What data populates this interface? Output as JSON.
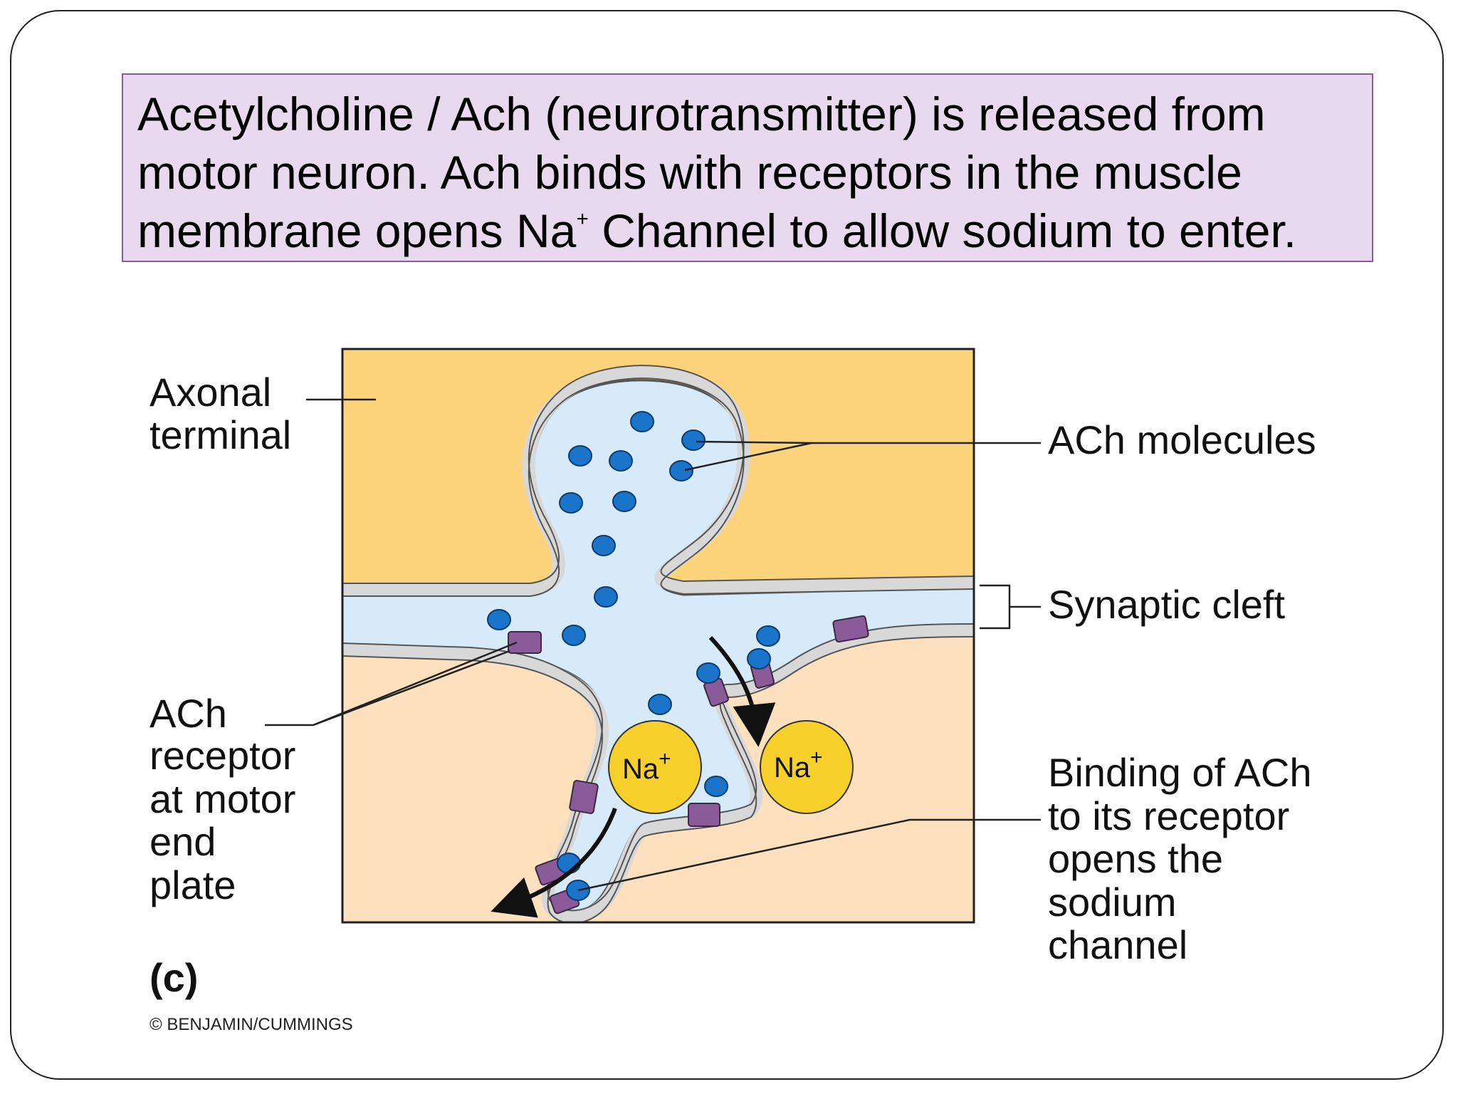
{
  "caption": {
    "line1": "Acetylcholine / Ach (neurotransmitter) is released from",
    "line2": "motor neuron. Ach binds with receptors in the muscle",
    "line3_pre": "membrane opens Na",
    "line3_sup": "+",
    "line3_post": " Channel  to allow sodium to enter."
  },
  "labels": {
    "axonal_terminal": [
      "Axonal",
      "terminal"
    ],
    "ach_molecules": "ACh molecules",
    "synaptic_cleft": "Synaptic cleft",
    "ach_receptor": [
      "ACh",
      "receptor",
      "at motor",
      "end",
      "plate"
    ],
    "binding": [
      "Binding of ACh",
      "to its receptor",
      "opens the",
      "sodium",
      "channel"
    ],
    "ion_left": "Na",
    "ion_right": "Na",
    "ion_sup": "+",
    "panel_letter": "(c)",
    "credit": "© BENJAMIN/CUMMINGS"
  },
  "colors": {
    "axon_terminal": "#fdd47c",
    "muscle": "#fde0bd",
    "cleft_fluid": "#d6eafa",
    "membrane": "#d8d8d8",
    "ach_molecule": "#1a74c9",
    "receptor": "#8b5a98",
    "sodium_ion": "#f8d02c",
    "caption_bg": "#e8d9ee"
  }
}
